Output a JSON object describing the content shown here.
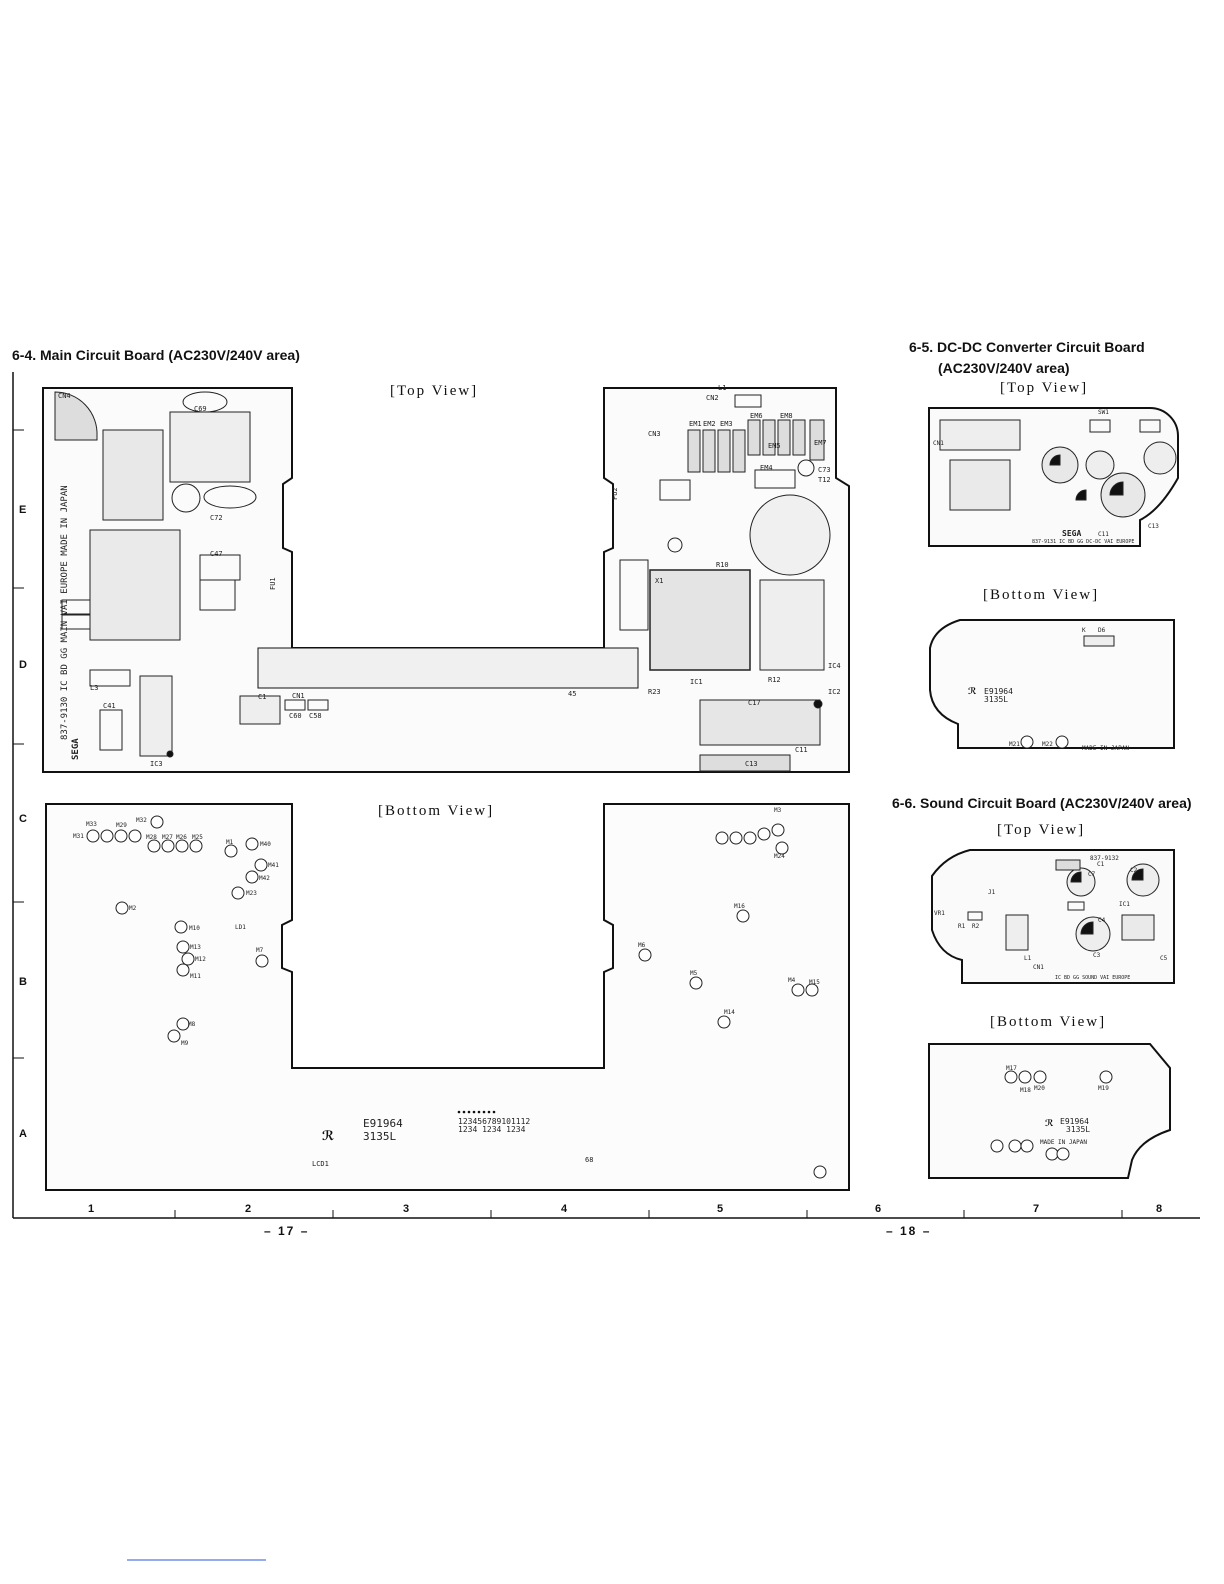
{
  "titles": {
    "main_board": "6-4. Main Circuit Board (AC230V/240V area)",
    "dcdc_board_line1": "6-5. DC-DC Converter Circuit Board",
    "dcdc_board_line2": "(AC230V/240V area)",
    "sound_board": "6-6. Sound Circuit Board (AC230V/240V area)"
  },
  "views": {
    "top": "[Top View]",
    "bottom": "[Bottom View]"
  },
  "grid": {
    "rows": [
      "E",
      "D",
      "C",
      "B",
      "A"
    ],
    "columns": [
      "1",
      "2",
      "3",
      "4",
      "5",
      "6",
      "7",
      "8"
    ]
  },
  "page_numbers": {
    "left": "– 17 –",
    "right": "– 18 –"
  },
  "main_top_labels": {
    "side_print": "837-9130 IC BD GG MAIN VAI EUROPE MADE IN JAPAN",
    "sega": "SEGA",
    "cn4": "CN4",
    "c69": "C69",
    "cn2": "CN2",
    "cn3": "CN3",
    "cn1": "CN1",
    "c1": "C1",
    "c60": "C60",
    "c58": "C58",
    "ic1": "IC1",
    "ic2": "IC2",
    "ic3": "IC3",
    "ic4": "IC4",
    "fu1": "FU1",
    "fu2": "FU2",
    "l1": "L1",
    "l3": "L3",
    "c41": "C41",
    "c47": "C47",
    "c72": "C72",
    "c73": "C73",
    "em1": "EM1",
    "em2": "EM2",
    "em3": "EM3",
    "em4": "EM4",
    "em5": "EM5",
    "em6": "EM6",
    "em7": "EM7",
    "em8": "EM8",
    "pin45": "45",
    "r23": "R23",
    "c13": "C13",
    "c11": "C11",
    "c17": "C17",
    "r12": "R12",
    "r10": "R10",
    "t12": "T12",
    "x1": "X1"
  },
  "main_bottom_labels": {
    "ul_mark": "E91964",
    "ul_code": "3135L",
    "pin_series_a": "123456789101112",
    "pin_series_b": "1234  1234  1234",
    "lcd1": "LCD1",
    "pin68": "68",
    "m1": "M1",
    "m2": "M2",
    "m3": "M3",
    "m4": "M4",
    "m5": "M5",
    "m6": "M6",
    "m7": "M7",
    "m8": "M8",
    "m9": "M9",
    "m10": "M10",
    "m11": "M11",
    "m12": "M12",
    "m13": "M13",
    "m14": "M14",
    "m15": "M15",
    "m16": "M16",
    "m23": "M23",
    "m24": "M24",
    "m25": "M25",
    "m26": "M26",
    "m27": "M27",
    "m28": "M28",
    "m29": "M29",
    "m31": "M31",
    "m32": "M32",
    "m33": "M33",
    "m40": "M40",
    "m41": "M41",
    "m42": "M42",
    "ld1": "LD1"
  },
  "dcdc_top_labels": {
    "print": "837-9131  IC BD GG DC-DC VAI EUROPE",
    "sega": "SEGA",
    "sw1": "SW1",
    "cn1": "CN1",
    "c13": "C13",
    "c11": "C11"
  },
  "dcdc_bottom_labels": {
    "ul_mark": "E91964",
    "ul_code": "3135L",
    "made": "MADE IN JAPAN",
    "k": "K",
    "d6": "D6",
    "m21": "M21",
    "m22": "M22"
  },
  "sound_top_labels": {
    "print": "IC BD GG SOUND VAI EUROPE",
    "part": "837-9132",
    "vr1": "VR1",
    "j1": "J1",
    "cn1": "CN1",
    "c1": "C1",
    "c2": "C2",
    "c3": "C3",
    "c4": "C4",
    "c5": "C5",
    "c7": "C7",
    "ic1": "IC1",
    "r1": "R1",
    "r2": "R2",
    "l1": "L1"
  },
  "sound_bottom_labels": {
    "ul_mark": "E91964",
    "ul_code": "3135L",
    "made": "MADE IN JAPAN",
    "m17": "M17",
    "m18": "M18",
    "m19": "M19",
    "m20": "M20"
  }
}
